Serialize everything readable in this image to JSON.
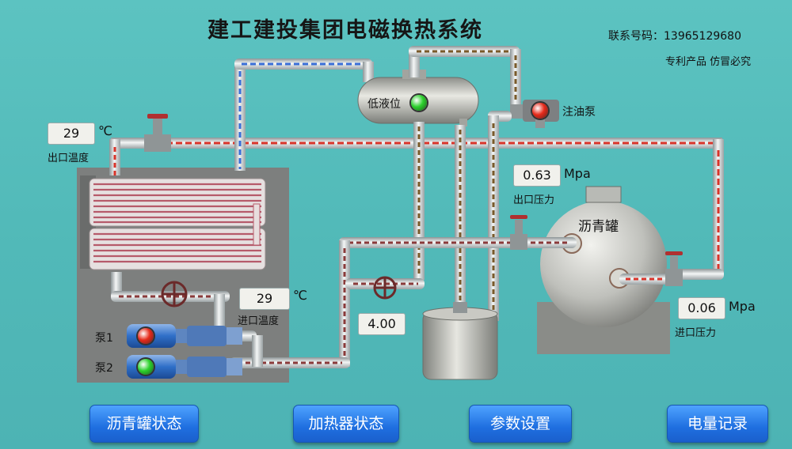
{
  "header": {
    "title": "建工建投集团电磁换热系统",
    "contact": "联系号码：13965129680",
    "patent": "专利产品 仿冒必究"
  },
  "heater": {
    "outlet_temp_value": "29",
    "outlet_temp_unit": "℃",
    "outlet_temp_label": "出口温度",
    "inlet_temp_value": "29",
    "inlet_temp_unit": "℃",
    "inlet_temp_label": "进口温度",
    "pump1_label": "泵1",
    "pump2_label": "泵2",
    "pump1_status_color": "#e62a1a",
    "pump2_status_color": "#2bd12b"
  },
  "top_tank": {
    "level_label": "低液位",
    "level_status_color": "#2bd12b"
  },
  "oil_pump": {
    "label": "注油泵",
    "status_color": "#e62a1a"
  },
  "asphalt_tank": {
    "label": "沥青罐",
    "outlet_pressure_value": "0.63",
    "outlet_pressure_unit": "Mpa",
    "outlet_pressure_label": "出口压力",
    "inlet_pressure_value": "0.06",
    "inlet_pressure_unit": "Mpa",
    "inlet_pressure_label": "进口压力"
  },
  "flow_value": "4.00",
  "nav": {
    "asphalt_status": "沥青罐状态",
    "heater_status": "加热器状态",
    "params": "参数设置",
    "power_log": "电量记录"
  },
  "colors": {
    "background": "#55bcbb",
    "hot_pipe_stripe": "#d9342a",
    "cold_pipe_stripe": "#3a6fd8",
    "oil_pipe_stripe": "#7a5a2a",
    "button_blue": "#2a7fe8"
  }
}
